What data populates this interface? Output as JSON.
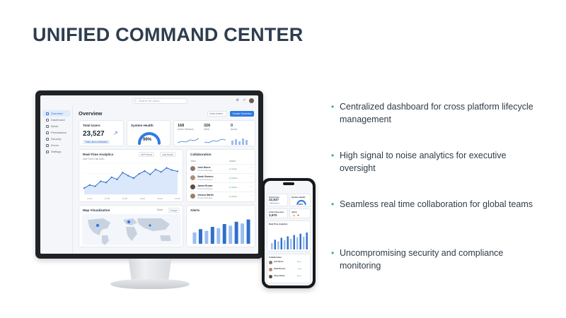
{
  "slide": {
    "title": "UNIFIED COMMAND CENTER",
    "bullets": [
      "Centralized dashboard for cross platform lifecycle management",
      "High signal to noise analytics for executive oversight",
      "Seamless real time collaboration for global teams",
      "Uncompromising security and compliance monitoring"
    ]
  },
  "dashboard": {
    "search_placeholder": "Search for users...",
    "sidebar": [
      "Overview",
      "Dashboard",
      "Alerts",
      "Permissions",
      "Security",
      "Errors",
      "Settings"
    ],
    "page_title": "Overview",
    "date_select": "Date Added",
    "primary_button": "Create Overview",
    "total_users": {
      "label": "Total Users",
      "value": "23,527",
      "badge": "Total Users Activated"
    },
    "system_health": {
      "label": "System Health",
      "value": "99%",
      "level": 0.99
    },
    "stats": [
      {
        "value": "168",
        "label": "Active Sessions"
      },
      {
        "value": "326",
        "label": "Alerts"
      },
      {
        "value": "0",
        "label": "Issues"
      }
    ],
    "analytics": {
      "title": "Real-Time Analytics",
      "subtitle": "User Time Chat Activ...",
      "filter_1": "All Protocol",
      "filter_2": "Last Month",
      "values": [
        20,
        30,
        26,
        42,
        38,
        55,
        48,
        70,
        60,
        52,
        66,
        75,
        64,
        80,
        72,
        85,
        78,
        74
      ],
      "x_labels": [
        "11:00",
        "12:00",
        "13:00",
        "14:00",
        "15:00",
        "16:00"
      ]
    },
    "collaboration": {
      "title": "Collaboration",
      "col_team": "Team",
      "col_status": "Status",
      "members": [
        {
          "name": "John Moore",
          "role": "Product Manager",
          "status": "Active"
        },
        {
          "name": "Sarah Romero",
          "role": "Product Designer",
          "status": "Online"
        },
        {
          "name": "James Brown",
          "role": "Product Designer",
          "status": "Active"
        },
        {
          "name": "Jessica Martin",
          "role": "Product Manager",
          "status": "Active"
        }
      ]
    },
    "map": {
      "title": "Map Visualization",
      "zoom_label": "Zoom",
      "zoom_value": "Europe"
    },
    "alerts": {
      "title": "Alerts",
      "values": [
        40,
        52,
        46,
        60,
        55,
        70,
        64,
        78,
        72,
        86
      ]
    }
  },
  "phone": {
    "total_users_label": "Total Users",
    "total_users_value": "22,827",
    "badge": "Active Users",
    "health_label": "System Health",
    "health_value": "99%",
    "sessions_label": "Active Sessions",
    "sessions_value": "3,570",
    "alerts_label": "Alerts",
    "analytics_title": "Real-Time Analytics",
    "analytics_values": [
      30,
      46,
      38,
      55,
      44,
      62,
      50,
      68,
      58,
      74,
      60,
      80
    ],
    "collab_title": "Collaboration",
    "collab_members": [
      {
        "name": "John Moore",
        "status": "Active"
      },
      {
        "name": "Sarah Romero",
        "status": "Online"
      },
      {
        "name": "James Brown",
        "status": "Active"
      }
    ]
  }
}
